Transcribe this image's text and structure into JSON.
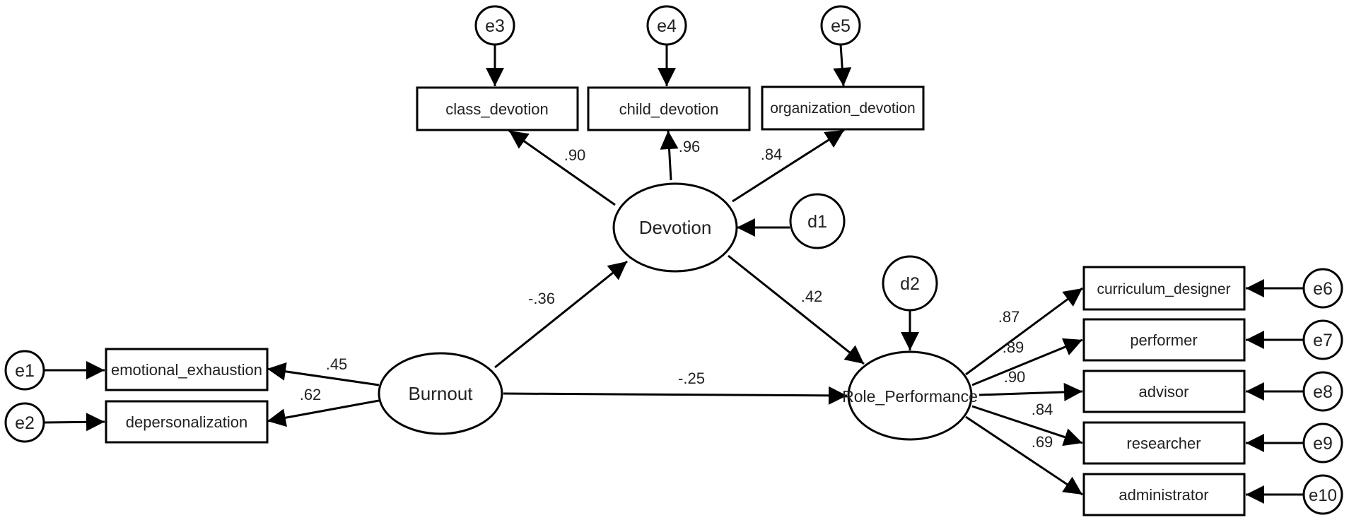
{
  "diagram": {
    "latent": {
      "burnout": "Burnout",
      "devotion": "Devotion",
      "role_performance": "Role_Performance"
    },
    "observed": {
      "emotional_exhaustion": "emotional_exhaustion",
      "depersonalization": "depersonalization",
      "class_devotion": "class_devotion",
      "child_devotion": "child_devotion",
      "organization_devotion": "organization_devotion",
      "curriculum_designer": "curriculum_designer",
      "performer": "performer",
      "advisor": "advisor",
      "researcher": "researcher",
      "administrator": "administrator"
    },
    "errors": {
      "e1": "e1",
      "e2": "e2",
      "e3": "e3",
      "e4": "e4",
      "e5": "e5",
      "e6": "e6",
      "e7": "e7",
      "e8": "e8",
      "e9": "e9",
      "e10": "e10",
      "d1": "d1",
      "d2": "d2"
    },
    "coefficients": {
      "burnout_to_emotional_exhaustion": ".45",
      "burnout_to_depersonalization": ".62",
      "burnout_to_devotion": "-.36",
      "burnout_to_role_performance": "-.25",
      "devotion_to_class_devotion": ".90",
      "devotion_to_child_devotion": ".96",
      "devotion_to_organization_devotion": ".84",
      "devotion_to_role_performance": ".42",
      "role_performance_to_curriculum_designer": ".87",
      "role_performance_to_performer": ".89",
      "role_performance_to_advisor": ".90",
      "role_performance_to_researcher": ".84",
      "role_performance_to_administrator": ".69"
    },
    "colors": {
      "stroke": "#000000",
      "fill": "#ffffff",
      "text": "#222222"
    }
  }
}
